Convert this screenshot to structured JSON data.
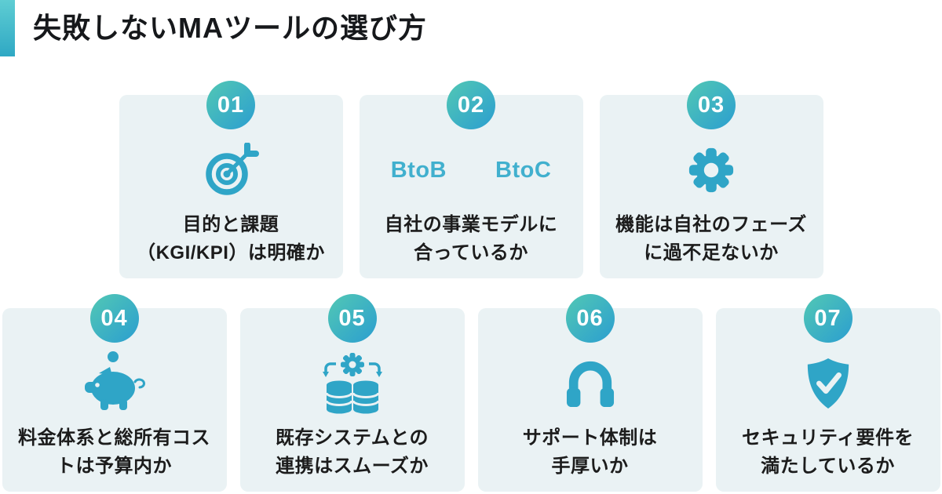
{
  "page": {
    "background": "#ffffff",
    "card_background": "#eaf2f4",
    "icon_color": "#2fa5c7",
    "badge_gradient_start": "#52c8b4",
    "badge_gradient_end": "#2b9ed0",
    "accent_bar_gradient_start": "#5ecdd3",
    "accent_bar_gradient_end": "#2fa8c4",
    "text_color": "#1c1c1c",
    "model_label_color": "#41b0ce"
  },
  "header": {
    "title": "失敗しないMAツールの選び方"
  },
  "cards": [
    {
      "number": "01",
      "icon": "target-icon",
      "text": "目的と課題\n（KGI/KPI）は明確か"
    },
    {
      "number": "02",
      "icon": "none",
      "labels": [
        "BtoB",
        "BtoC"
      ],
      "text": "自社の事業モデルに\n合っているか"
    },
    {
      "number": "03",
      "icon": "gear-icon",
      "text": "機能は自社のフェーズ\nに過不足ないか"
    },
    {
      "number": "04",
      "icon": "piggy-bank-icon",
      "text": "料金体系と総所有コス\nトは予算内か"
    },
    {
      "number": "05",
      "icon": "system-integration-icon",
      "text": "既存システムとの\n連携はスムーズか"
    },
    {
      "number": "06",
      "icon": "headphones-icon",
      "text": "サポート体制は\n手厚いか"
    },
    {
      "number": "07",
      "icon": "shield-check-icon",
      "text": "セキュリティ要件を\n満たしているか"
    }
  ]
}
